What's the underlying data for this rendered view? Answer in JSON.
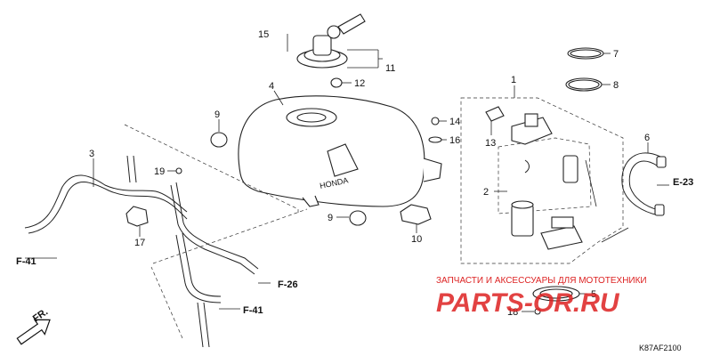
{
  "diagram": {
    "callouts": [
      "1",
      "2",
      "3",
      "4",
      "5",
      "6",
      "7",
      "8",
      "9",
      "9",
      "10",
      "11",
      "12",
      "13",
      "14",
      "15",
      "16",
      "17",
      "18",
      "19"
    ],
    "references": [
      "F-41",
      "F-26",
      "F-41",
      "E-23"
    ],
    "direction_label": "FR.",
    "diagram_code": "K87AF2100",
    "tank_brand_text": "HONDA"
  },
  "watermark": {
    "tagline": "ЗАПЧАСТИ И АКСЕССУАРЫ ДЛЯ МОТОТЕХНИКИ",
    "brand": "PARTS-OR.RU",
    "color": "#dd2222"
  },
  "colors": {
    "line": "#222222",
    "background": "#ffffff"
  }
}
